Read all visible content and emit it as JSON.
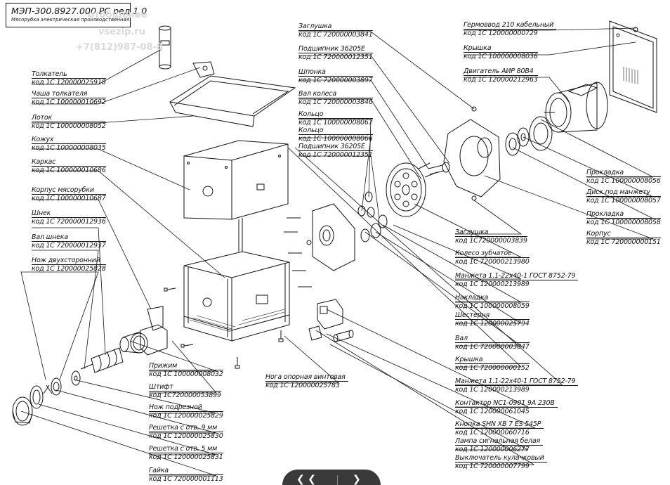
{
  "header": {
    "title": "МЭП-300.8927.000 РС ред 1.0",
    "subtitle": "Мясорубка электрическая производственная",
    "watermark_site": "vsezip.ru",
    "watermark_phone": "+7(812)987-08-8",
    "watermark_overlay": "отобщение"
  },
  "parts": [
    {
      "id": "tolkatel",
      "name": "Толкатель",
      "code": "код 1С 120000025918"
    },
    {
      "id": "chasha",
      "name": "Чаша толкателя",
      "code": "код 1С 100000010692"
    },
    {
      "id": "lotok",
      "name": "Лоток",
      "code": "код 1С 100000008052"
    },
    {
      "id": "kozhukh",
      "name": "Кожух",
      "code": "код 1С 100000008035"
    },
    {
      "id": "karkas",
      "name": "Каркас",
      "code": "код 1С 100000010686"
    },
    {
      "id": "korpus-myasorubki",
      "name": "Корпус мясорубки",
      "code": "код 1С 100000010687"
    },
    {
      "id": "shnek",
      "name": "Шнек",
      "code": "код 1С 720000012936"
    },
    {
      "id": "val-shneka",
      "name": "Вал шнека",
      "code": "код 1С 720000012937"
    },
    {
      "id": "nozh-dvukh",
      "name": "Нож двухсторонний",
      "code": "код 1С 120000025828"
    },
    {
      "id": "prizhim",
      "name": "Прижим",
      "code": "код 1С 100000008032"
    },
    {
      "id": "shtift",
      "name": "Штифт",
      "code": "код 1С720000053899"
    },
    {
      "id": "nozh-podreznoi",
      "name": "Нож подрезной",
      "code": "код 1С 120000025829"
    },
    {
      "id": "reshetka-9",
      "name": "Решетка с отв. 9 мм",
      "code": "код 1С 120000025830"
    },
    {
      "id": "reshetka-5",
      "name": "Решетка с отв. 5 мм",
      "code": "код 1С 120000025831"
    },
    {
      "id": "gaika",
      "name": "Гайка",
      "code": "код 1С 720000001113"
    },
    {
      "id": "noga",
      "name": "Нога опорная винтовая",
      "code": "код 1С 120000025783"
    },
    {
      "id": "zaglushka-top",
      "name": "Заглушка",
      "code": "код 1С 720000003841"
    },
    {
      "id": "podshipnik-1",
      "name": "Подшипник 36205Е",
      "code": "код 1С 720000012351"
    },
    {
      "id": "shponka",
      "name": "Шпонка",
      "code": "код 1С 720000003897"
    },
    {
      "id": "val-kolesa",
      "name": "Вал колеса",
      "code": "код 1С 720000003846"
    },
    {
      "id": "kolco",
      "name": "Кольцо",
      "code": "код 1С 100000008067"
    },
    {
      "id": "kolco-podshipnik",
      "name": "Кольцо",
      "code": "код 1С 100000008066",
      "extra_name": "Подшипник 36205Е",
      "extra_code": "код 1С 720000012351"
    },
    {
      "id": "germovvod",
      "name": "Гермоввод 210 кабельный",
      "code": "код 1С 120000000729"
    },
    {
      "id": "kryshka-top",
      "name": "Крышка",
      "code": "код 1С 100000008036"
    },
    {
      "id": "dvigatel",
      "name": "Двигатель АИР 80В4",
      "code": "код 1С 120000212963"
    },
    {
      "id": "prokladka-1",
      "name": "Прокладка",
      "code": "код 1С 100000008056"
    },
    {
      "id": "disk",
      "name": "Диск под манжету",
      "code": "код 1С 100000008057"
    },
    {
      "id": "prokladka-2",
      "name": "Прокладка",
      "code": "код 1С 100000008058"
    },
    {
      "id": "korpus",
      "name": "Корпус",
      "code": "код 1С 720000000151"
    },
    {
      "id": "zaglushka-mid",
      "name": "Заглушка",
      "code": "код 1С720000003839"
    },
    {
      "id": "koleso",
      "name": "Колесо зубчатое",
      "code": "код 1С 720000213980"
    },
    {
      "id": "manzheta-1",
      "name": "Манжета 1.1-22х40-1 ГОСТ 8752-79",
      "code": "код 1С 120000213989"
    },
    {
      "id": "nakladka",
      "name": "Накладка",
      "code": "код 1С 100000008059"
    },
    {
      "id": "shesternya",
      "name": "Шестерня",
      "code": "код 1С 120000025794"
    },
    {
      "id": "val",
      "name": "Вал",
      "code": "код 1С 720000003847"
    },
    {
      "id": "kryshka-low",
      "name": "Крышка",
      "code": "код 1С 720000000152"
    },
    {
      "id": "manzheta-2",
      "name": "Манжета 1.1-22х40-1 ГОСТ 8752-79",
      "code": "код 1С 120000213989"
    },
    {
      "id": "kontaktor",
      "name": "Контактор NC1-0901 9А 230В",
      "code": "код 1С 120000061045"
    },
    {
      "id": "knopka",
      "name": "Кнопка SHN XB 7 ES 545P",
      "code": "код 1С 120000060716"
    },
    {
      "id": "lampa",
      "name": "Лампа сигнальная белая",
      "code": "код 1С 120000006277"
    },
    {
      "id": "vyklyuchatel",
      "name": "Выключатель кулачковый",
      "code": "код 1С 720000007799"
    }
  ],
  "nav": {
    "prev_label": "❮ ❮",
    "next_label": "❯"
  },
  "colors": {
    "line": "#111111",
    "watermark": "#d9d9d9",
    "nav_bg": "#3a3a3a"
  }
}
